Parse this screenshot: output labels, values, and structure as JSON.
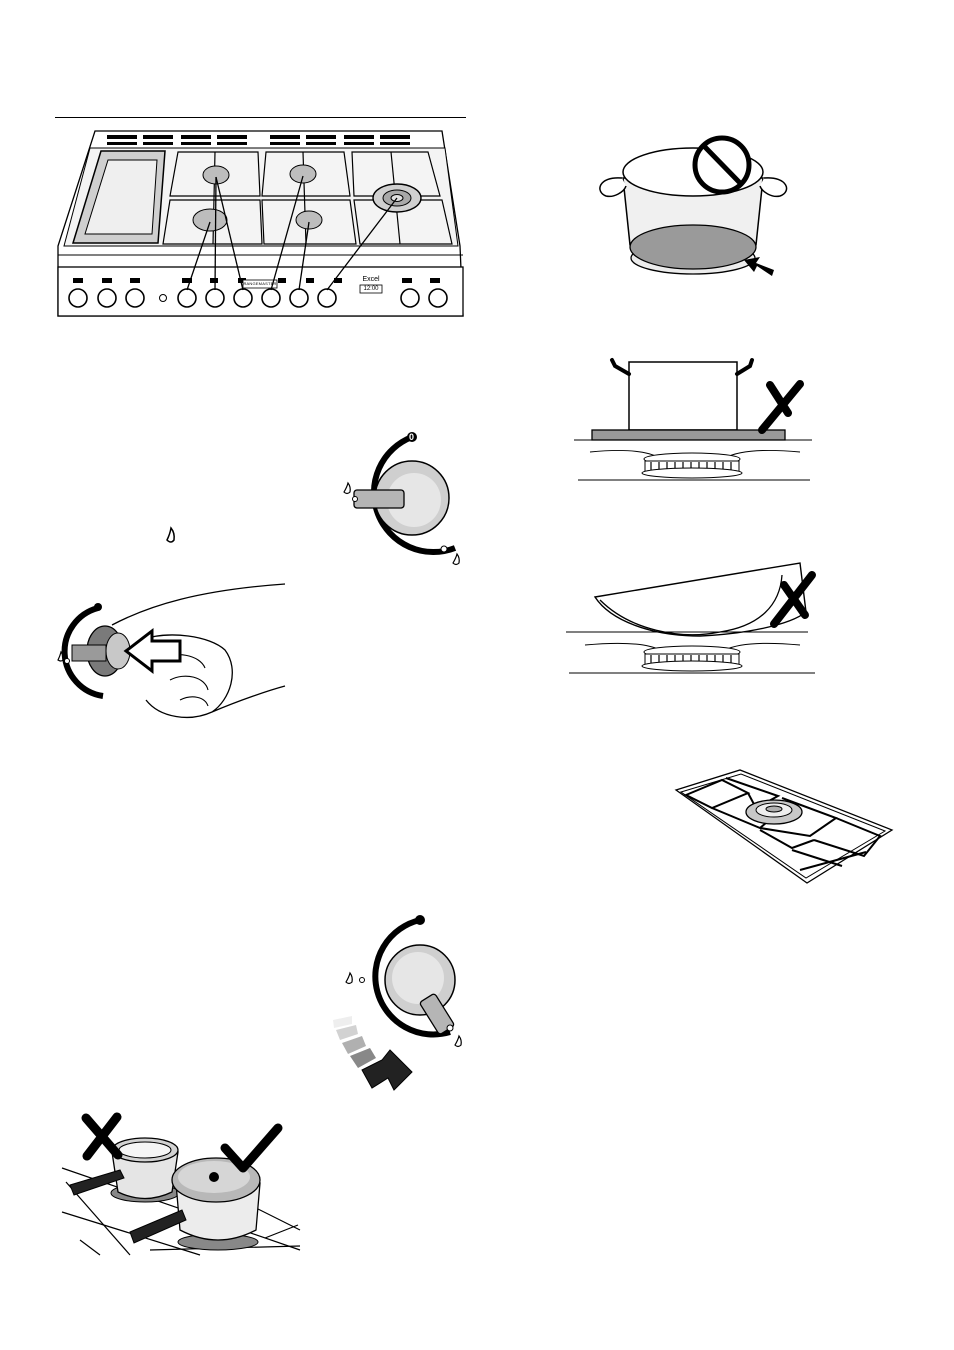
{
  "range_panel": {
    "brand_badge": "RANGEMASTER",
    "timer_label": "Excel",
    "timer_display": "12:00"
  },
  "knob_labels": {
    "off_mark": "0"
  },
  "icons": {
    "flame": "flame-icon",
    "prohibited": "prohibited-icon",
    "cross": "cross-mark-icon",
    "tick": "tick-mark-icon",
    "arrow": "push-arrow-icon"
  }
}
